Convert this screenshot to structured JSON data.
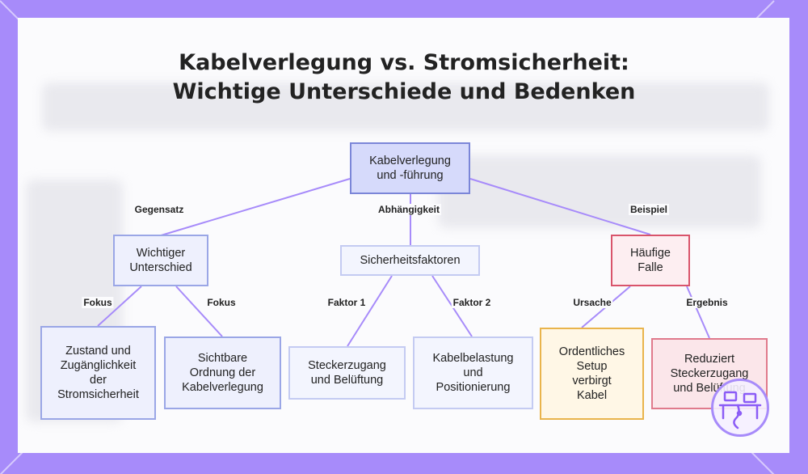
{
  "title": {
    "line1": "Kabelverlegung vs. Stromsicherheit:",
    "line2": "Wichtige Unterschiede und Bedenken"
  },
  "nodes": {
    "root": {
      "line1": "Kabelverlegung",
      "line2": "und -führung"
    },
    "wichtiger": {
      "line1": "Wichtiger",
      "line2": "Unterschied"
    },
    "sicherheit": {
      "line1": "Sicherheitsfaktoren"
    },
    "haeufige": {
      "line1": "Häufige",
      "line2": "Falle"
    },
    "zustand": {
      "line1": "Zustand und",
      "line2": "Zugänglichkeit",
      "line3": "der",
      "line4": "Stromsicherheit"
    },
    "sichtbare": {
      "line1": "Sichtbare",
      "line2": "Ordnung der",
      "line3": "Kabelverlegung"
    },
    "stecker": {
      "line1": "Steckerzugang",
      "line2": "und Belüftung"
    },
    "belastung": {
      "line1": "Kabelbelastung",
      "line2": "und",
      "line3": "Positionierung"
    },
    "ordentlich": {
      "line1": "Ordentliches",
      "line2": "Setup",
      "line3": "verbirgt",
      "line4": "Kabel"
    },
    "reduziert": {
      "line1": "Reduziert",
      "line2": "Steckerzugang",
      "line3": "und Belüftung"
    }
  },
  "edges": {
    "gegensatz": "Gegensatz",
    "abhaengigkeit": "Abhängigkeit",
    "beispiel": "Beispiel",
    "fokus1": "Fokus",
    "fokus2": "Fokus",
    "faktor1": "Faktor 1",
    "faktor2": "Faktor 2",
    "ursache": "Ursache",
    "ergebnis": "Ergebnis"
  },
  "colors": {
    "frame": "#a78bfa",
    "link": "#a78bfa",
    "blue_border": "#9aa6e6",
    "red_border": "#d9546b",
    "yellow_border": "#e9b44c"
  },
  "icons": {
    "logo": "desk-workstation-icon"
  }
}
